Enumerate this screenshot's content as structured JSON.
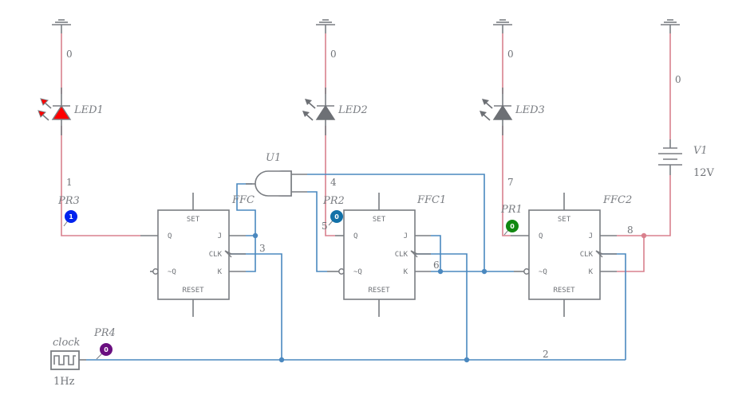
{
  "schematic": {
    "grounds": [
      "ground-led1",
      "ground-led2",
      "ground-led3",
      "ground-v1"
    ],
    "leds": [
      {
        "label": "LED1",
        "state": "on",
        "color": "#ff0000"
      },
      {
        "label": "LED2",
        "state": "off",
        "color": "#6d7075"
      },
      {
        "label": "LED3",
        "state": "off",
        "color": "#6d7075"
      }
    ],
    "gate": {
      "label": "U1",
      "type": "AND"
    },
    "flipflops": [
      {
        "label": "FFC",
        "pins": {
          "set": "SET",
          "reset": "RESET",
          "q": "Q",
          "nq": "~Q",
          "j": "J",
          "k": "K",
          "clk": "CLK"
        }
      },
      {
        "label": "FFC1",
        "pins": {
          "set": "SET",
          "reset": "RESET",
          "q": "Q",
          "nq": "~Q",
          "j": "J",
          "k": "K",
          "clk": "CLK"
        }
      },
      {
        "label": "FFC2",
        "pins": {
          "set": "SET",
          "reset": "RESET",
          "q": "Q",
          "nq": "~Q",
          "j": "J",
          "k": "K",
          "clk": "CLK"
        }
      }
    ],
    "source": {
      "label": "V1",
      "value": "12V"
    },
    "clock": {
      "label": "clock",
      "value": "1Hz"
    },
    "probes": [
      {
        "label": "PR3",
        "value": "1",
        "color": "#0022ee"
      },
      {
        "label": "PR2",
        "value": "0",
        "color": "#1271a8"
      },
      {
        "label": "PR1",
        "value": "0",
        "color": "#118811"
      },
      {
        "label": "PR4",
        "value": "0",
        "color": "#6a0f80"
      }
    ],
    "nets": {
      "n0a": "0",
      "n0b": "0",
      "n0c": "0",
      "n0d": "0",
      "n1": "1",
      "n2": "2",
      "n3": "3",
      "n4": "4",
      "n5": "5",
      "n6": "6",
      "n7": "7",
      "n8": "8"
    }
  },
  "colors": {
    "wire_high": "#d9808d",
    "wire_low": "#4a88bf",
    "component": "#7a7d82"
  }
}
